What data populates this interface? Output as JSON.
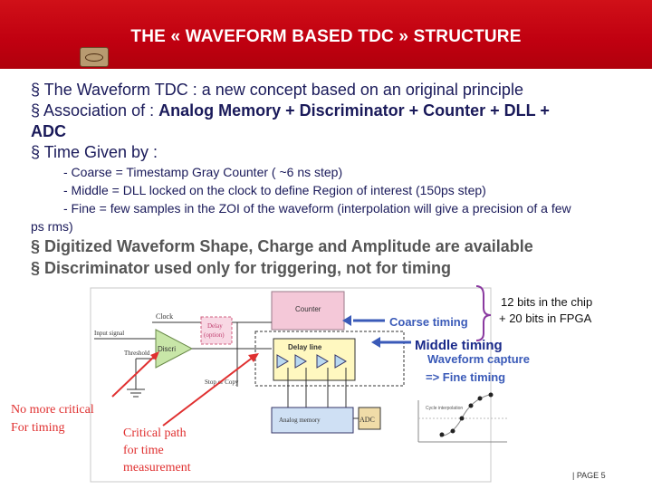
{
  "header": {
    "title": "THE « WAVEFORM BASED TDC » STRUCTURE",
    "logo_icon": "cea-logo-icon",
    "color": "#c8101a"
  },
  "bullets": {
    "b1": "§ The Waveform TDC : a new concept based on an original  principle",
    "b2_prefix": "§ Association of : ",
    "b2_bold": "Analog Memory + Discriminator + Counter + DLL +",
    "b2_cont": "ADC",
    "b3": "§ Time Given by :",
    "sub1": "- Coarse = Timestamp Gray Counter ( ~6 ns step)",
    "sub2": "- Middle = DLL locked on the clock to define Region of interest (150ps step)",
    "sub3a": "- Fine = few samples in the ZOI of the waveform (interpolation will give a precision of a few",
    "sub3b": "ps rms)",
    "b4": "§ Digitized Waveform Shape, Charge and Amplitude are available",
    "b5": "§ Discriminator used only for triggering, not for timing"
  },
  "diagram": {
    "counter": "Counter",
    "clock": "Clock",
    "delay": "Delay",
    "option": "(option)",
    "input_signal": "Input signal",
    "threshold": "Threshold",
    "discri": "Discri",
    "delay_line": "Delay line",
    "stop_or_copy": "Stop or Copy",
    "analog_memory": "Analog memory",
    "adc": "ADC",
    "coarse_timing": "Coarse timing",
    "bits_chip": "12 bits in the chip",
    "bits_fpga": "+ 20 bits in FPGA",
    "middle_timing": "Middle timing",
    "waveform_capture": "Waveform capture",
    "fine_timing": "=> Fine timing",
    "interp_label": "Cycle interpolation",
    "no_more_1": "No more critical",
    "no_more_2": "For timing",
    "critical_1": "Critical path",
    "critical_2": "for time",
    "critical_3": "measurement"
  },
  "footer": {
    "page": "| PAGE 5"
  }
}
